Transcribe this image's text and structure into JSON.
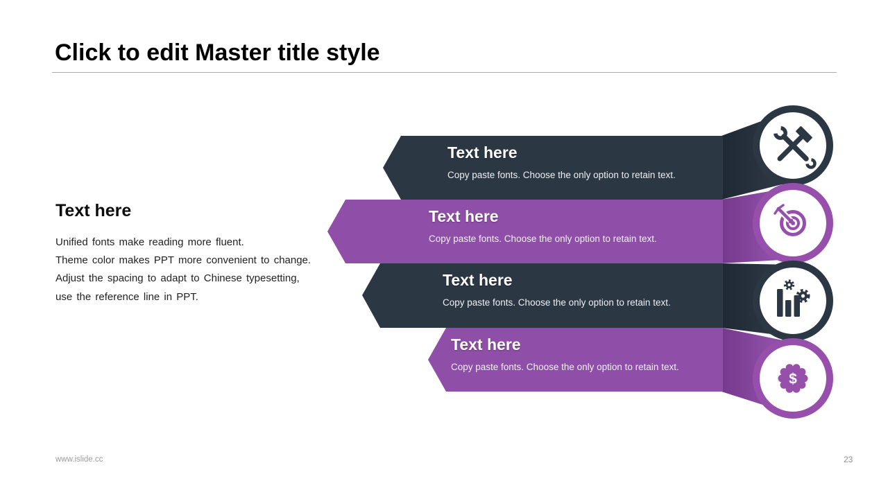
{
  "slide": {
    "title": "Click to edit Master title style",
    "footer_url": "www.islide.cc",
    "page_number": "23"
  },
  "left_panel": {
    "heading": "Text here",
    "lines": [
      "Unified fonts make reading more fluent.",
      "Theme color makes PPT more convenient to change.",
      "Adjust the spacing to adapt to Chinese typesetting,",
      "use the reference line in PPT."
    ]
  },
  "banners": [
    {
      "title": "Text here",
      "subtitle": "Copy paste fonts. Choose the only option to retain text.",
      "color": "#2C3744",
      "icon": "tools-icon"
    },
    {
      "title": "Text here",
      "subtitle": "Copy paste fonts. Choose the only option to retain text.",
      "color": "#8F4FA8",
      "icon": "target-icon"
    },
    {
      "title": "Text here",
      "subtitle": "Copy paste fonts. Choose the only option to retain text.",
      "color": "#2C3744",
      "icon": "bar-chart-gears-icon"
    },
    {
      "title": "Text here",
      "subtitle": "Copy paste fonts. Choose the only option to retain text.",
      "color": "#8F4FA8",
      "icon": "dollar-badge-icon",
      "icon_glyph": "$"
    }
  ],
  "colors": {
    "dark": "#2C3744",
    "dark_shade": "#1F2934",
    "purple": "#8F4FA8",
    "purple_shade": "#75398D",
    "ring_purple": "#9650AC",
    "title_text": "#000000",
    "body_text": "#222222",
    "banner_text": "#FFFFFF",
    "divider": "#ABABAB",
    "footer_text": "#9B9B9B"
  }
}
